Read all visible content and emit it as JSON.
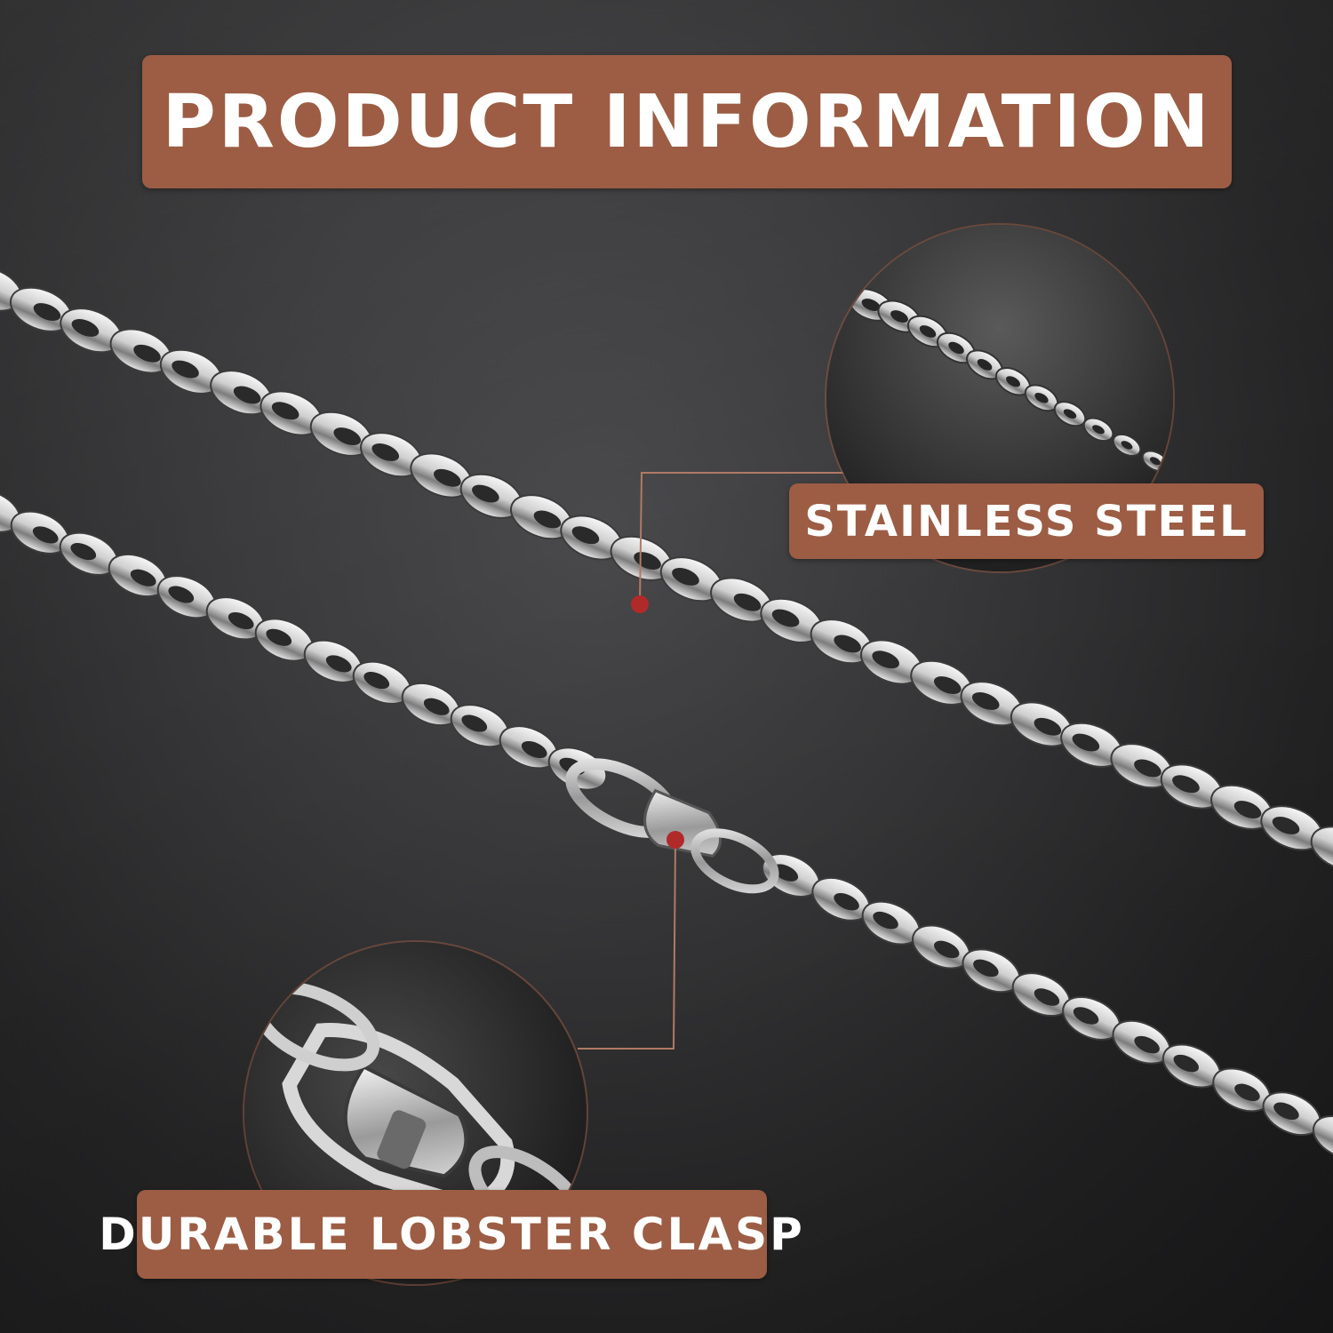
{
  "banner": {
    "title": "PRODUCT INFORMATION"
  },
  "callouts": {
    "material": {
      "label": "STAINLESS STEEL"
    },
    "clasp": {
      "label": "DURABLE LOBSTER CLASP"
    }
  },
  "colors": {
    "label_background": "#9c5d44",
    "marker": "#b02a2a",
    "background": "#333335",
    "metal": "#d9d9d9"
  }
}
